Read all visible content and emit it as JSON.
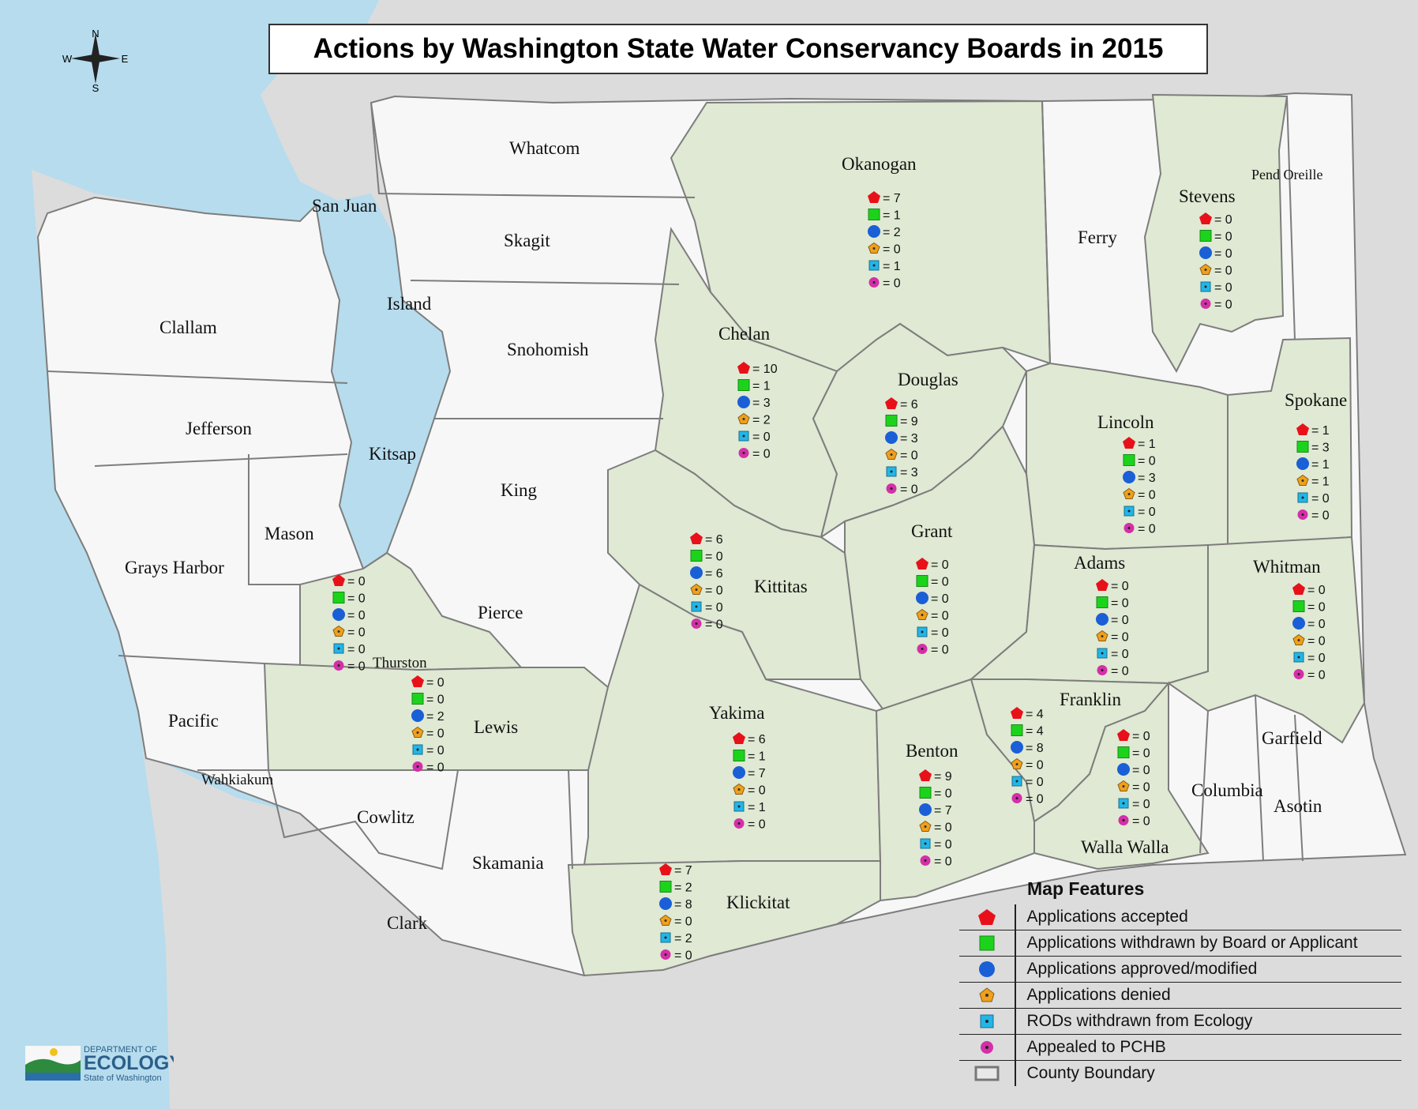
{
  "title": "Actions by Washington State Water Conservancy Boards in 2015",
  "compass": {
    "n": "N",
    "s": "S",
    "e": "E",
    "w": "W"
  },
  "colors": {
    "water": "#b6dcee",
    "land_white": "#f7f7f7",
    "board_green": "#dfe9d3",
    "outside": "#dcdcdc",
    "boundary": "#7d7d7d",
    "accepted": "#e8111a",
    "withdrawn": "#1cd31c",
    "approved": "#1a5fd6",
    "denied": "#f0a01c",
    "rod": "#22b6e8",
    "appealed": "#d42fa8"
  },
  "legend": {
    "title": "Map Features",
    "items": [
      {
        "icon": "red-pentagon-icon",
        "label": "Applications accepted"
      },
      {
        "icon": "green-square-icon",
        "label": "Applications withdrawn by Board or Applicant"
      },
      {
        "icon": "blue-circle-icon",
        "label": "Applications approved/modified"
      },
      {
        "icon": "orange-pentagon-icon",
        "label": "Applications denied"
      },
      {
        "icon": "cyan-square-icon",
        "label": "RODs withdrawn from Ecology"
      },
      {
        "icon": "magenta-circle-icon",
        "label": "Appealed to PCHB"
      },
      {
        "icon": "county-boundary-icon",
        "label": "County Boundary"
      }
    ]
  },
  "counties": [
    {
      "name": "Whatcom"
    },
    {
      "name": "San Juan"
    },
    {
      "name": "Skagit"
    },
    {
      "name": "Island"
    },
    {
      "name": "Clallam"
    },
    {
      "name": "Snohomish"
    },
    {
      "name": "Jefferson"
    },
    {
      "name": "Kitsap"
    },
    {
      "name": "King"
    },
    {
      "name": "Mason"
    },
    {
      "name": "Grays Harbor"
    },
    {
      "name": "Pierce"
    },
    {
      "name": "Thurston"
    },
    {
      "name": "Pacific"
    },
    {
      "name": "Lewis"
    },
    {
      "name": "Wahkiakum"
    },
    {
      "name": "Cowlitz"
    },
    {
      "name": "Skamania"
    },
    {
      "name": "Clark"
    },
    {
      "name": "Klickitat"
    },
    {
      "name": "Okanogan"
    },
    {
      "name": "Ferry"
    },
    {
      "name": "Stevens"
    },
    {
      "name": "Pend Oreille"
    },
    {
      "name": "Chelan"
    },
    {
      "name": "Douglas"
    },
    {
      "name": "Lincoln"
    },
    {
      "name": "Spokane"
    },
    {
      "name": "Kittitas"
    },
    {
      "name": "Grant"
    },
    {
      "name": "Adams"
    },
    {
      "name": "Whitman"
    },
    {
      "name": "Yakima"
    },
    {
      "name": "Benton"
    },
    {
      "name": "Franklin"
    },
    {
      "name": "Walla Walla"
    },
    {
      "name": "Columbia"
    },
    {
      "name": "Garfield"
    },
    {
      "name": "Asotin"
    }
  ],
  "county_stats": [
    {
      "county": "Okanogan",
      "counts": [
        "= 7",
        "= 1",
        "= 2",
        "= 0",
        "= 1",
        "= 0"
      ]
    },
    {
      "county": "Stevens",
      "counts": [
        "= 0",
        "= 0",
        "= 0",
        "= 0",
        "= 0",
        "= 0"
      ]
    },
    {
      "county": "Chelan",
      "counts": [
        "= 10",
        "= 1",
        "= 3",
        "= 2",
        "= 0",
        "= 0"
      ]
    },
    {
      "county": "Douglas",
      "counts": [
        "= 6",
        "= 9",
        "= 3",
        "= 0",
        "= 3",
        "= 0"
      ]
    },
    {
      "county": "Lincoln",
      "counts": [
        "= 1",
        "= 0",
        "= 3",
        "= 0",
        "= 0",
        "= 0"
      ]
    },
    {
      "county": "Spokane",
      "counts": [
        "= 1",
        "= 3",
        "= 1",
        "= 1",
        "= 0",
        "= 0"
      ]
    },
    {
      "county": "Kittitas",
      "counts": [
        "= 6",
        "= 0",
        "= 6",
        "= 0",
        "= 0",
        "= 0"
      ]
    },
    {
      "county": "Grant",
      "counts": [
        "= 0",
        "= 0",
        "= 0",
        "= 0",
        "= 0",
        "= 0"
      ]
    },
    {
      "county": "Adams",
      "counts": [
        "= 0",
        "= 0",
        "= 0",
        "= 0",
        "= 0",
        "= 0"
      ]
    },
    {
      "county": "Whitman",
      "counts": [
        "= 0",
        "= 0",
        "= 0",
        "= 0",
        "= 0",
        "= 0"
      ]
    },
    {
      "county": "Thurston",
      "counts": [
        "= 0",
        "= 0",
        "= 0",
        "= 0",
        "= 0",
        "= 0"
      ]
    },
    {
      "county": "Lewis",
      "counts": [
        "= 0",
        "= 0",
        "= 2",
        "= 0",
        "= 0",
        "= 0"
      ]
    },
    {
      "county": "Yakima",
      "counts": [
        "= 6",
        "= 1",
        "= 7",
        "= 0",
        "= 1",
        "= 0"
      ]
    },
    {
      "county": "Benton",
      "counts": [
        "= 9",
        "= 0",
        "= 7",
        "= 0",
        "= 0",
        "= 0"
      ]
    },
    {
      "county": "Franklin",
      "counts": [
        "= 4",
        "= 4",
        "= 8",
        "= 0",
        "= 0",
        "= 0"
      ]
    },
    {
      "county": "Walla Walla",
      "counts": [
        "= 0",
        "= 0",
        "= 0",
        "= 0",
        "= 0",
        "= 0"
      ]
    },
    {
      "county": "Klickitat",
      "counts": [
        "= 7",
        "= 2",
        "= 8",
        "= 0",
        "= 2",
        "= 0"
      ]
    }
  ],
  "logo": {
    "line1": "DEPARTMENT OF",
    "line2": "ECOLOGY",
    "line3": "State of Washington"
  }
}
